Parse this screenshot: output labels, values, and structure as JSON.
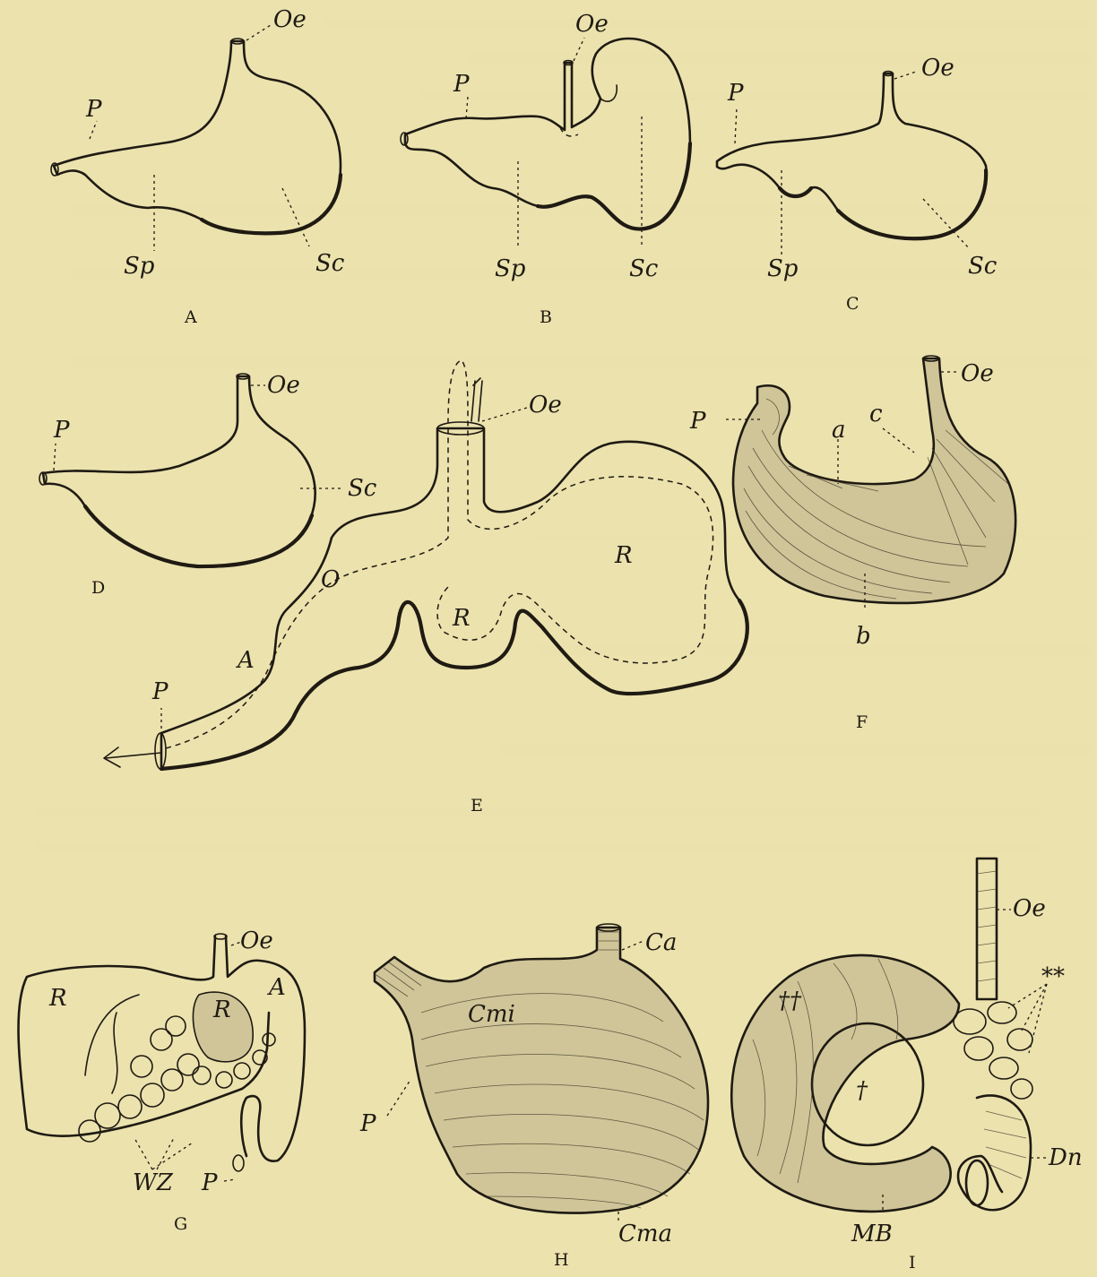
{
  "panels": [
    {
      "id": "A",
      "caption": "A",
      "labels": [
        "Oe",
        "P",
        "Sp",
        "Sc"
      ]
    },
    {
      "id": "B",
      "caption": "B",
      "labels": [
        "Oe",
        "P",
        "Sp",
        "Sc"
      ]
    },
    {
      "id": "C",
      "caption": "C",
      "labels": [
        "Oe",
        "P",
        "Sp",
        "Sc"
      ]
    },
    {
      "id": "D",
      "caption": "D",
      "labels": [
        "Oe",
        "P",
        "Sc"
      ]
    },
    {
      "id": "E",
      "caption": "E",
      "labels": [
        "Oe",
        "R",
        "R",
        "O",
        "A",
        "P"
      ]
    },
    {
      "id": "F",
      "caption": "F",
      "labels": [
        "Oe",
        "P",
        "a",
        "c",
        "b"
      ]
    },
    {
      "id": "G",
      "caption": "G",
      "labels": [
        "Oe",
        "R",
        "R",
        "A",
        "WZ",
        "P"
      ]
    },
    {
      "id": "H",
      "caption": "H",
      "labels": [
        "Ca",
        "Cmi",
        "P",
        "Cma"
      ]
    },
    {
      "id": "I",
      "caption": "I",
      "labels": [
        "Oe",
        "**",
        "††",
        "†",
        "Dn",
        "MB"
      ]
    }
  ],
  "colors": {
    "paper": "#ebe2ae",
    "ink": "#1f1a12",
    "shade": "#b8ad86"
  }
}
